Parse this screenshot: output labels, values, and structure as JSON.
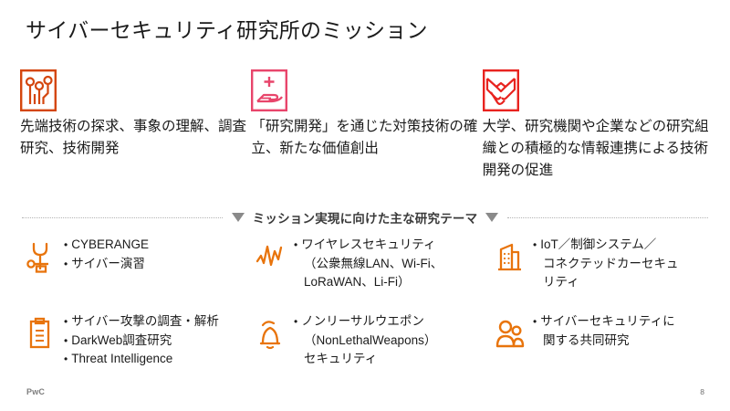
{
  "slide": {
    "title": "サイバーセキュリティ研究所のミッション",
    "page_number": "8",
    "brand_logo": "PwC",
    "colors": {
      "orange": "#E8740C",
      "pink": "#E8456B",
      "red": "#E8231F",
      "divider_gray": "#8a8a8a",
      "text": "#1b1b1b"
    }
  },
  "missions": [
    {
      "icon": "circuit-chip-icon",
      "icon_color": "#D4460E",
      "text": "先端技術の探求、事象の理解、調査研究、技術開発"
    },
    {
      "icon": "hand-plus-icon",
      "icon_color": "#E8456B",
      "text": "「研究開発」を通じた対策技術の確立、新たな価値創出"
    },
    {
      "icon": "handshake-icon",
      "icon_color": "#E8231F",
      "text": "大学、研究機関や企業などの研究組織との積極的な情報連携による技術開発の促進"
    }
  ],
  "divider": {
    "left_triangle": "triangle-down-icon",
    "label": "ミッション実現に向けた主な研究テーマ",
    "right_triangle": "triangle-down-icon"
  },
  "themes": [
    {
      "icon": "network-node-icon",
      "items": [
        "CYBERANGE",
        "サイバー演習"
      ],
      "continuations": []
    },
    {
      "icon": "waveform-icon",
      "items": [
        "ワイヤレスセキュリティ"
      ],
      "continuations": [
        "（公衆無線LAN、Wi-Fi、",
        "LoRaWAN、Li-Fi）"
      ]
    },
    {
      "icon": "building-icon",
      "items": [
        "IoT／制御システム／"
      ],
      "continuations": [
        "コネクテッドカーセキュ",
        "リティ"
      ]
    },
    {
      "icon": "clipboard-icon",
      "items": [
        "サイバー攻撃の調査・解析",
        "DarkWeb調査研究",
        "Threat Intelligence"
      ],
      "continuations": []
    },
    {
      "icon": "bell-icon",
      "items": [
        "ノンリーサルウエポン"
      ],
      "continuations": [
        "（NonLethalWeapons）",
        "セキュリティ"
      ]
    },
    {
      "icon": "people-icon",
      "items": [
        "サイバーセキュリティに"
      ],
      "continuations": [
        "関する共同研究"
      ]
    }
  ]
}
